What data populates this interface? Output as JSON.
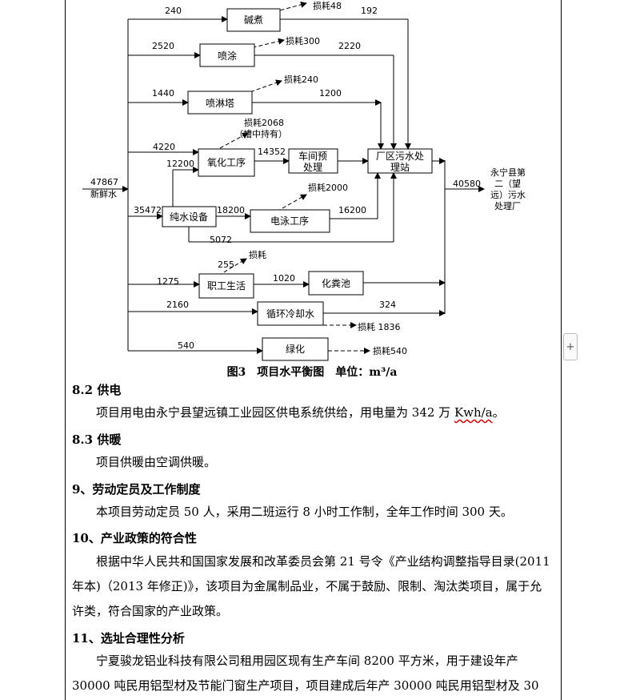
{
  "diagram": {
    "fresh_water_value": "47867",
    "fresh_water_label": "新鲜水",
    "boxes": {
      "jianzhu": "碱煮",
      "pentu": "喷涂",
      "penlinta": "喷淋塔",
      "yanghua": "氧化工序",
      "chunshui": "纯水设备",
      "diandeng": "电泳工序",
      "chejian_line1": "车间预",
      "chejian_line2": "处理",
      "wushui_line1": "厂区污水处",
      "wushui_line2": "理站",
      "zhigong": "职工生活",
      "huafen": "化粪池",
      "xunhuan": "循环冷却水",
      "lvhua": "绿化"
    },
    "flows": {
      "f240": "240",
      "loss48": "损耗48",
      "f192": "192",
      "f2520": "2520",
      "loss300": "损耗300",
      "f2220": "2220",
      "f1440": "1440",
      "loss240": "损耗240",
      "f1200": "1200",
      "loss2068": "损耗2068",
      "loss2068_note": "（槽中持有）",
      "f4220": "4220",
      "f14352": "14352",
      "f12200": "12200",
      "loss2000": "损耗2000",
      "f35472": "35472",
      "f18200": "18200",
      "f16200": "16200",
      "f5072": "5072",
      "loss_staff": "损耗",
      "f255": "255",
      "f1275": "1275",
      "f1020": "1020",
      "f2160": "2160",
      "f324": "324",
      "loss1836": "损耗 1836",
      "f540": "540",
      "loss540": "损耗540",
      "f40580": "40580"
    },
    "destination_lines": [
      "永宁县第",
      "二（望",
      "远）污水",
      "处理厂"
    ]
  },
  "caption": "图3　项目水平衡图　单位：m³/a",
  "sections": {
    "s82_title": "8.2  供电",
    "s82_text_a": "项目用电由永宁县望远镇工业园区供电系统供给，用电量为 342 万 ",
    "s82_text_unit": "Kwh/a",
    "s82_text_b": "。",
    "s83_title": "8.3  供暖",
    "s83_text": "项目供暖由空调供暖。",
    "s9_title": "9、劳动定员及工作制度",
    "s9_text": "本项目劳动定员 50 人，采用二班运行 8 小时工作制，全年工作时间 300 天。",
    "s10_title": "10、产业政策的符合性",
    "s10_text": "根据中华人民共和国国家发展和改革委员会第 21 号令《产业结构调整指导目录(2011 年本)（2013 年修正)》，该项目为金属制品业，不属于鼓励、限制、淘汰类项目，属于允许类，符合国家的产业政策。",
    "s11_title": "11、选址合理性分析",
    "s11_text": "宁夏骏龙铝业科技有限公司租用园区现有生产车间 8200 平方米，用于建设年产 30000 吨民用铝型材及节能门窗生产项目，项目建成后年产 30000 吨民用铝型材及 30"
  },
  "ui": {
    "add_label": "+"
  }
}
